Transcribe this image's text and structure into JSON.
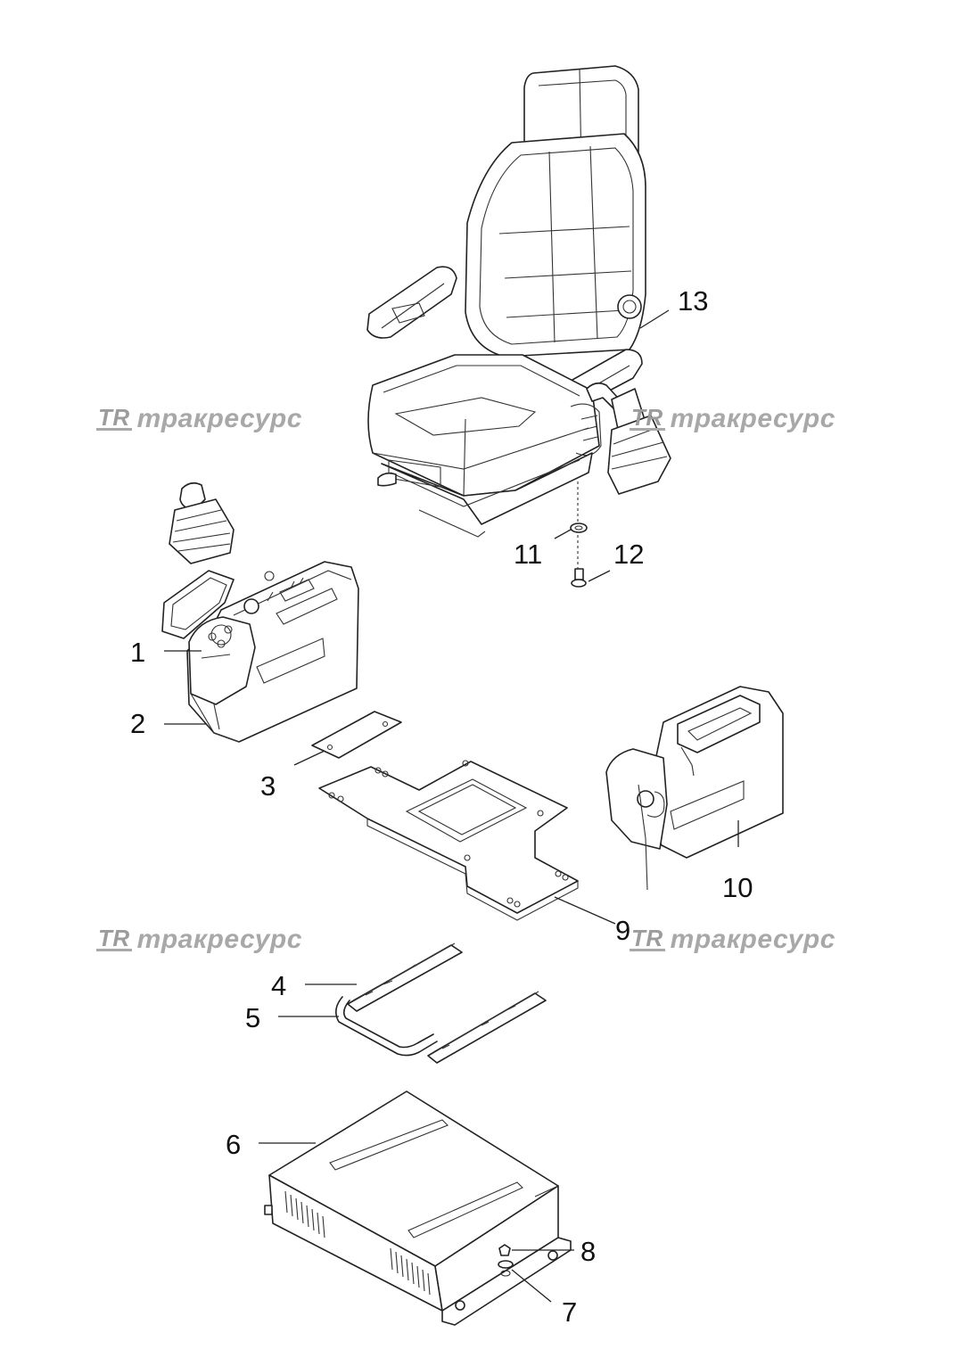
{
  "watermark": {
    "monogram": "TR",
    "brand": "тракресурс"
  },
  "callouts": {
    "c1": "1",
    "c2": "2",
    "c3": "3",
    "c4": "4",
    "c5": "5",
    "c6": "6",
    "c7": "7",
    "c8": "8",
    "c9": "9",
    "c10": "10",
    "c11": "11",
    "c12": "12",
    "c13": "13"
  }
}
